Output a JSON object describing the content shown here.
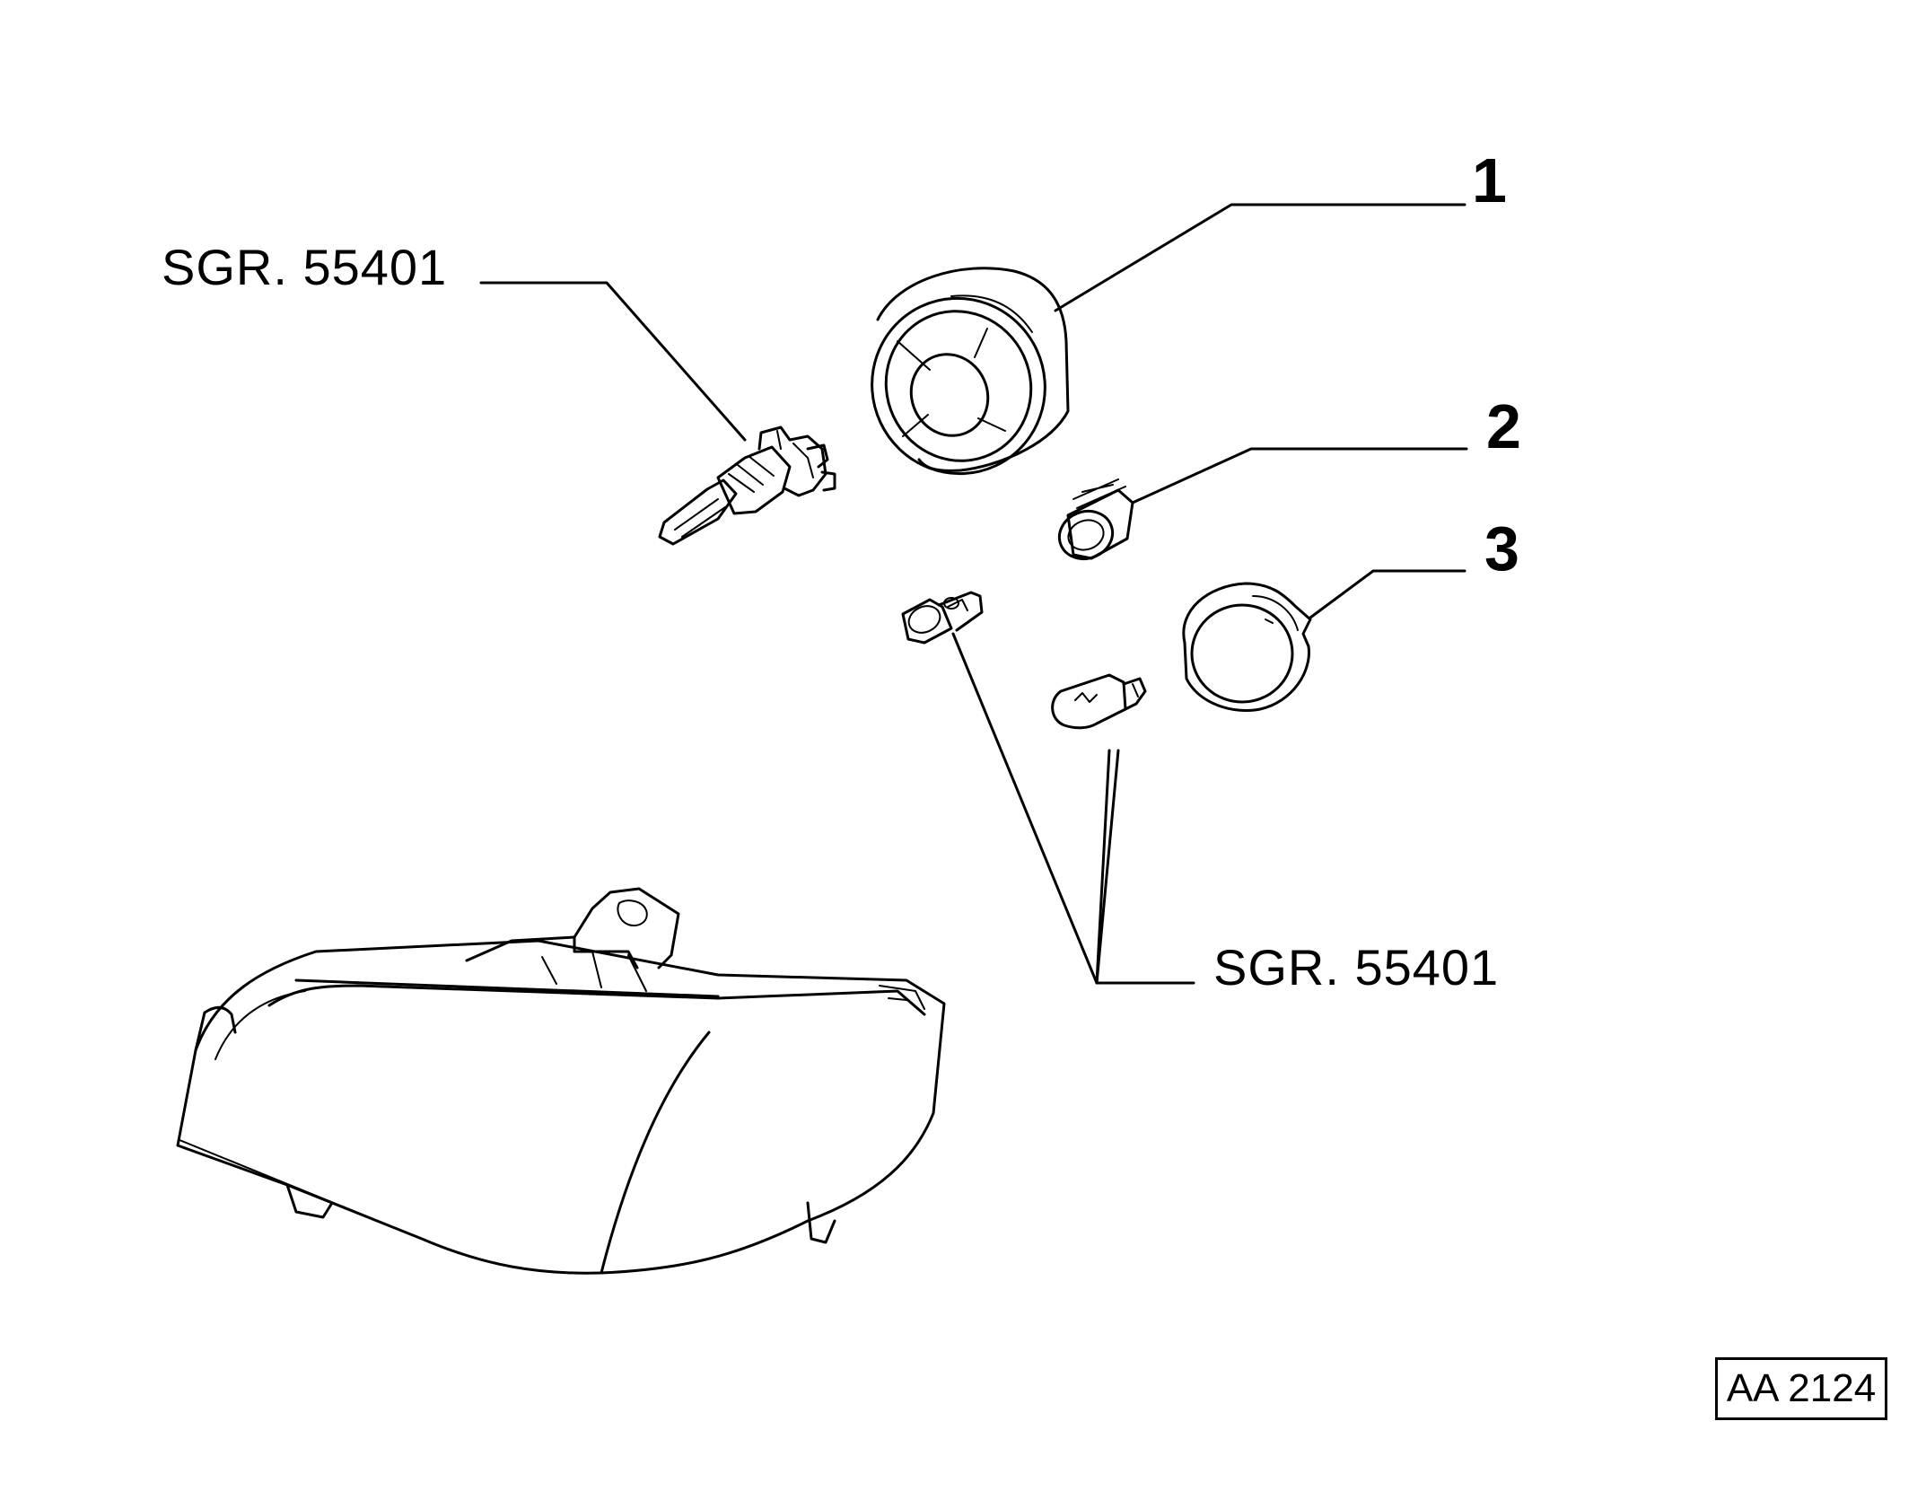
{
  "callouts": {
    "sgr_top": "SGR. 55401",
    "sgr_bottom": "SGR. 55401",
    "item_1": "1",
    "item_2": "2",
    "item_3": "3"
  },
  "reference_code": "AA 2124",
  "icons": {
    "headlamp": "headlamp-assembly-icon",
    "halogen_bulb": "h7-halogen-bulb-icon",
    "cap": "headlamp-cap-icon",
    "bulb_holder": "bulb-holder-icon",
    "wedge_bulb": "wedge-bulb-icon",
    "indicator_bulb": "indicator-bulb-icon",
    "socket": "socket-cover-icon"
  }
}
